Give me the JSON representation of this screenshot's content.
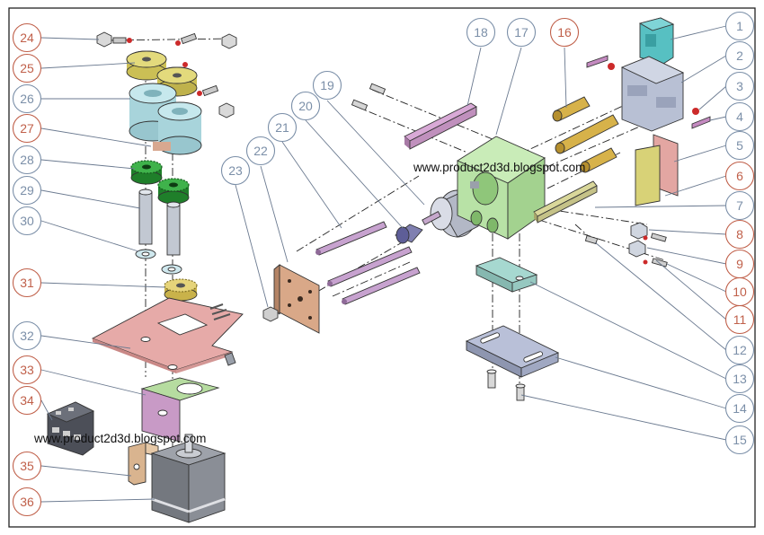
{
  "watermarks": [
    "www.product2d3d.blogspot.com",
    "www.product2d3d.blogspot.com"
  ],
  "callout_colors": {
    "blue": "#7b8fa8",
    "red": "#c0604a"
  },
  "part_colors": {
    "gear_yellow": "#d9cf6a",
    "pulley_cyan": "#b9e0e6",
    "gear_green": "#2f9e3a",
    "plate_pink": "#e6aaa8",
    "plate_green": "#b6dca0",
    "housing_grey": "#b8c0d4",
    "block_green": "#b8e2a6",
    "tube_yellow": "#d7b24a",
    "bracket_purple": "#c79ac4",
    "backplate_brown": "#d9a888",
    "clamp_teal": "#57c0c2"
  },
  "callouts": [
    {
      "label": "1",
      "tone": "blue"
    },
    {
      "label": "2",
      "tone": "blue"
    },
    {
      "label": "3",
      "tone": "blue"
    },
    {
      "label": "4",
      "tone": "blue"
    },
    {
      "label": "5",
      "tone": "blue"
    },
    {
      "label": "6",
      "tone": "red"
    },
    {
      "label": "7",
      "tone": "blue"
    },
    {
      "label": "8",
      "tone": "red"
    },
    {
      "label": "9",
      "tone": "red"
    },
    {
      "label": "10",
      "tone": "red"
    },
    {
      "label": "11",
      "tone": "red"
    },
    {
      "label": "12",
      "tone": "blue"
    },
    {
      "label": "13",
      "tone": "blue"
    },
    {
      "label": "14",
      "tone": "blue"
    },
    {
      "label": "15",
      "tone": "blue"
    },
    {
      "label": "16",
      "tone": "red"
    },
    {
      "label": "17",
      "tone": "blue"
    },
    {
      "label": "18",
      "tone": "blue"
    },
    {
      "label": "19",
      "tone": "blue"
    },
    {
      "label": "20",
      "tone": "blue"
    },
    {
      "label": "21",
      "tone": "blue"
    },
    {
      "label": "22",
      "tone": "blue"
    },
    {
      "label": "23",
      "tone": "blue"
    },
    {
      "label": "24",
      "tone": "red"
    },
    {
      "label": "25",
      "tone": "red"
    },
    {
      "label": "26",
      "tone": "blue"
    },
    {
      "label": "27",
      "tone": "red"
    },
    {
      "label": "28",
      "tone": "blue"
    },
    {
      "label": "29",
      "tone": "blue"
    },
    {
      "label": "30",
      "tone": "blue"
    },
    {
      "label": "31",
      "tone": "red"
    },
    {
      "label": "32",
      "tone": "blue"
    },
    {
      "label": "33",
      "tone": "red"
    },
    {
      "label": "34",
      "tone": "red"
    },
    {
      "label": "35",
      "tone": "red"
    },
    {
      "label": "36",
      "tone": "red"
    }
  ]
}
